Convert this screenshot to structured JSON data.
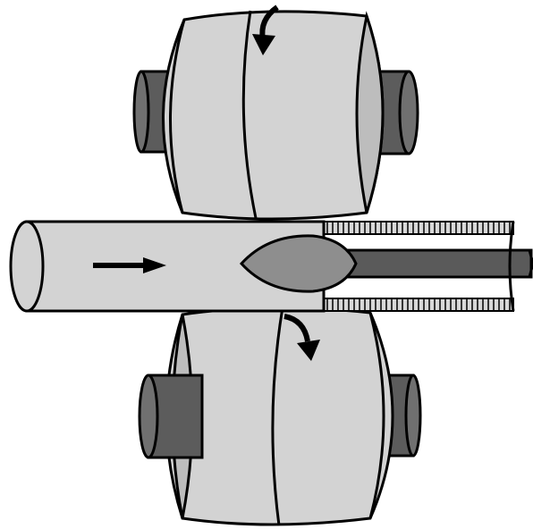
{
  "diagram": {
    "type": "rotary-piercing-mill-schematic",
    "components": [
      {
        "id": "upper-roll",
        "icon": "roll-icon",
        "rotation": "counterclockwise-arrow"
      },
      {
        "id": "lower-roll",
        "icon": "roll-icon",
        "rotation": "clockwise-arrow"
      },
      {
        "id": "solid-billet",
        "icon": "cylinder-icon"
      },
      {
        "id": "piercing-plug",
        "icon": "plug-icon"
      },
      {
        "id": "mandrel-bar",
        "icon": "bar-icon"
      },
      {
        "id": "pierced-tube",
        "icon": "hollow-tube-icon"
      },
      {
        "id": "feed-direction",
        "icon": "arrow-right-icon"
      }
    ],
    "colors": {
      "background": "#ffffff",
      "outline": "#000000",
      "roll_face": "#d3d3d3",
      "roll_side": "#bdbdbd",
      "roll_shaft": "#5c5c5c",
      "roll_shaft_face": "#707070",
      "billet": "#d3d3d3",
      "plug": "#8e8e8e",
      "mandrel": "#5a5a5a",
      "tube_wall": "#d8d8d8"
    }
  }
}
